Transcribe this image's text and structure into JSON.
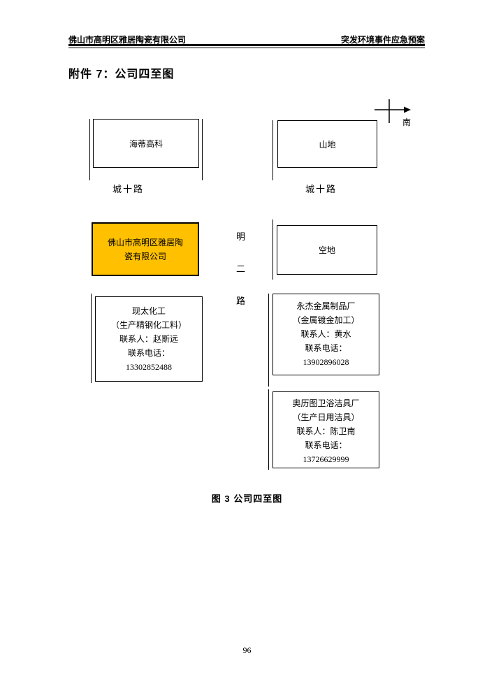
{
  "page": {
    "header_left": "佛山市高明区雅居陶瓷有限公司",
    "header_right": "突发环境事件应急预案",
    "title": "附件 7：公司四至图",
    "caption": "图 3 公司四至图",
    "page_number": "96"
  },
  "compass": {
    "south_label": "南"
  },
  "diagram": {
    "accent_color": "#FFC000",
    "top_left_box": {
      "label": "海蒂高科"
    },
    "top_right_box": {
      "label": "山地"
    },
    "road_label_left": "城十路",
    "road_label_right": "城十路",
    "company_box": {
      "lines": [
        "佛山市高明区雅居陶",
        "瓷有限公司"
      ]
    },
    "vertical_road": {
      "chars": [
        "明",
        "二",
        "路"
      ]
    },
    "empty_box": {
      "label": "空地"
    },
    "factory_left": {
      "lines": [
        "现太化工",
        "（生产精钢化工料）",
        "联系人：赵斯远",
        "联系电话：",
        "13302852488"
      ]
    },
    "factory_right_top": {
      "lines": [
        "永杰金属制品厂",
        "（金属镀金加工）",
        "联系人：黄水",
        "联系电话：",
        "13902896028"
      ]
    },
    "factory_right_bottom": {
      "lines": [
        "奥历图卫浴洁具厂",
        "（生产日用洁具）",
        "联系人：陈卫南",
        "联系电话：",
        "13726629999"
      ]
    }
  }
}
